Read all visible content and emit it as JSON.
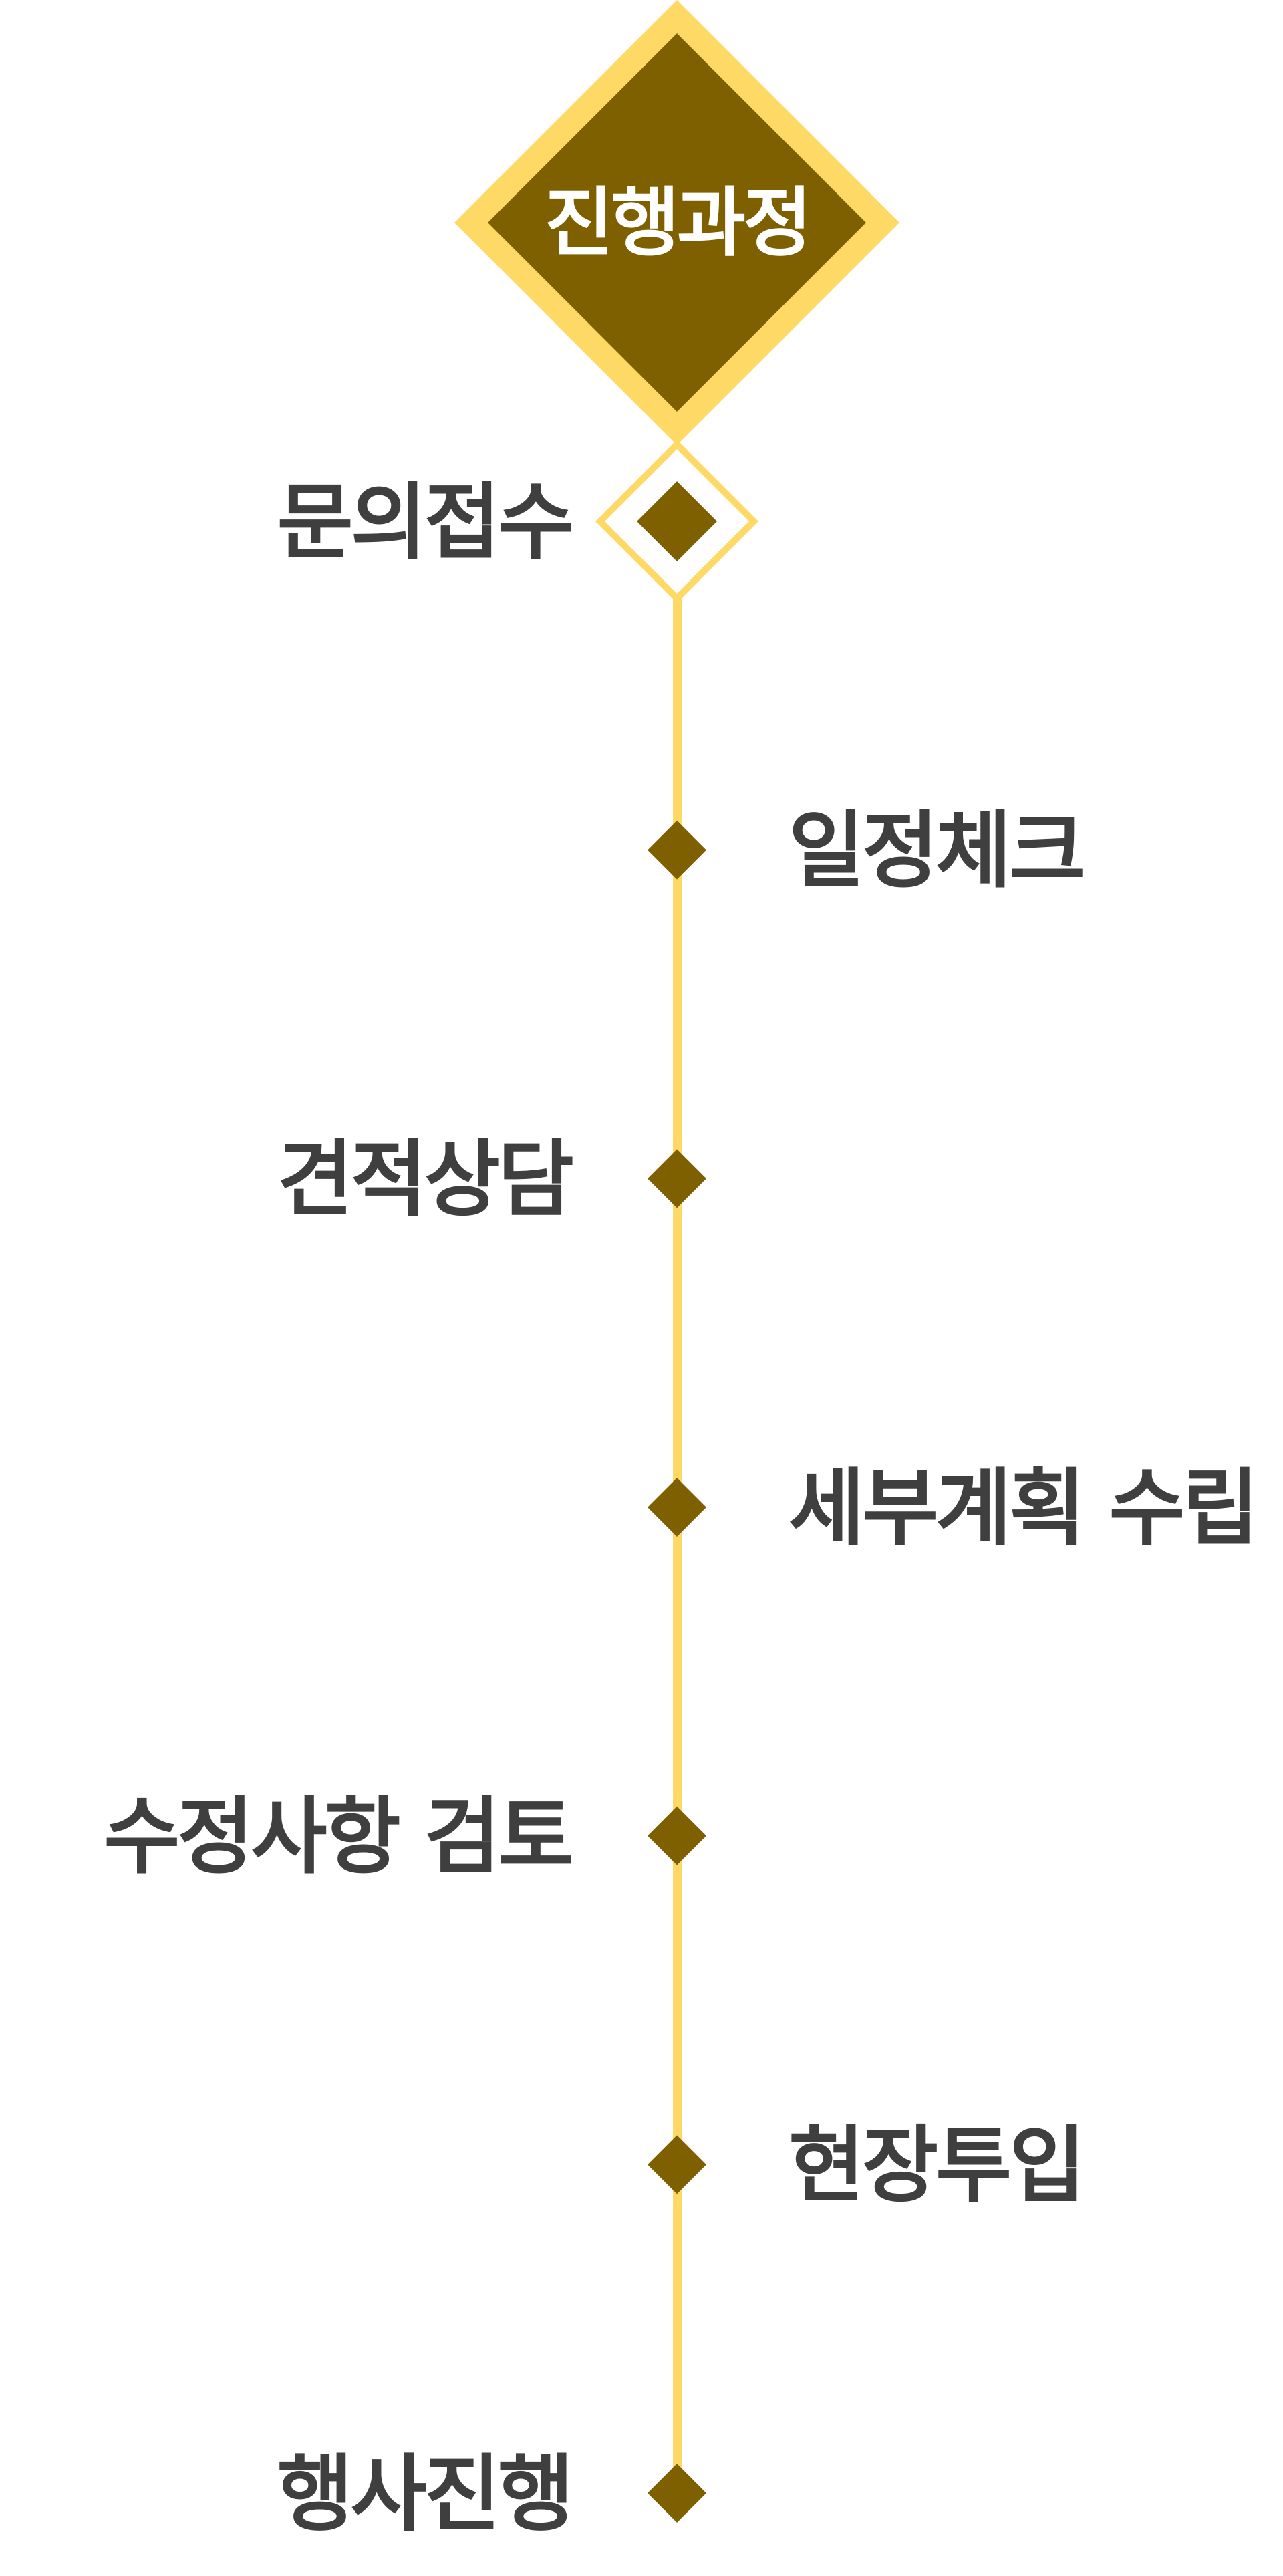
{
  "title": "진행과정",
  "colors": {
    "accent": "#ffd966",
    "marker": "#7f6000",
    "text": "#3f3f3f",
    "title_text": "#ffffff"
  },
  "steps": [
    {
      "label": "문의접수",
      "side": "left"
    },
    {
      "label": "일정체크",
      "side": "right"
    },
    {
      "label": "견적상담",
      "side": "left"
    },
    {
      "label": "세부계획 수립",
      "side": "right"
    },
    {
      "label": "수정사항 검토",
      "side": "left"
    },
    {
      "label": "현장투입",
      "side": "right"
    },
    {
      "label": "행사진행",
      "side": "left"
    }
  ]
}
